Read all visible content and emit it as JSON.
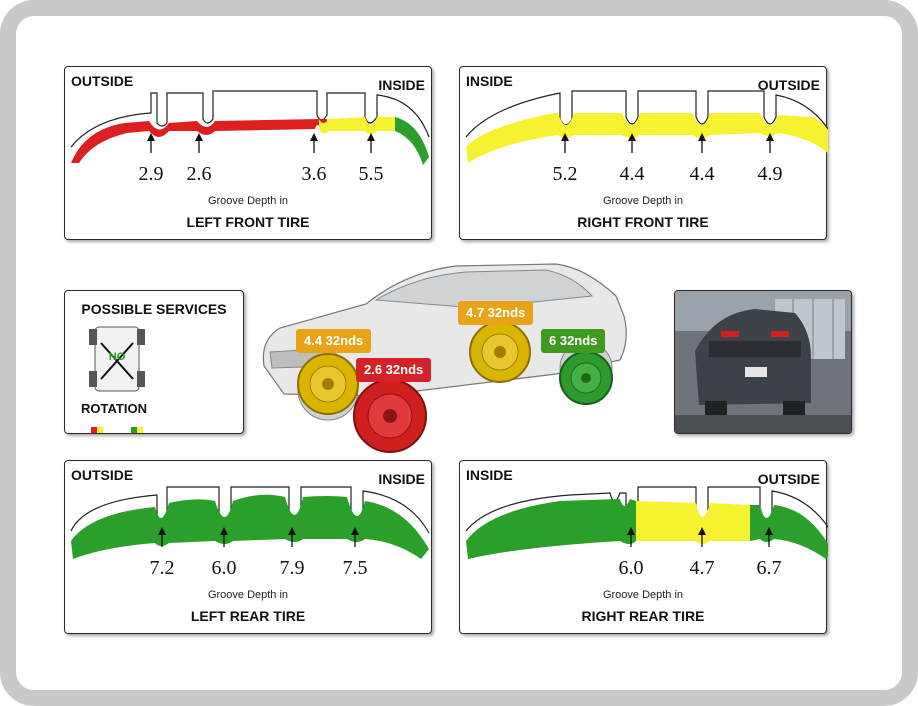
{
  "colors": {
    "red": "#dd1f1f",
    "yellow": "#f6f230",
    "green": "#2aa02a",
    "orange": "#e8a317",
    "badge_red": "#d4222a",
    "badge_green": "#3f9a22"
  },
  "tires": {
    "left_front": {
      "title": "LEFT FRONT TIRE",
      "left_label": "OUTSIDE",
      "right_label": "INSIDE",
      "groove_caption": "Groove Depth in",
      "depths": [
        "2.9",
        "2.6",
        "3.6",
        "5.5"
      ]
    },
    "right_front": {
      "title": "RIGHT FRONT TIRE",
      "left_label": "INSIDE",
      "right_label": "OUTSIDE",
      "groove_caption": "Groove Depth in",
      "depths": [
        "5.2",
        "4.4",
        "4.4",
        "4.9"
      ]
    },
    "left_rear": {
      "title": "LEFT REAR TIRE",
      "left_label": "OUTSIDE",
      "right_label": "INSIDE",
      "groove_caption": "Groove Depth in",
      "depths": [
        "7.2",
        "6.0",
        "7.9",
        "7.5"
      ]
    },
    "right_rear": {
      "title": "RIGHT REAR TIRE",
      "left_label": "INSIDE",
      "right_label": "OUTSIDE",
      "groove_caption": "Groove Depth in",
      "depths": [
        "6.0",
        "4.7",
        "6.7"
      ]
    }
  },
  "services": {
    "title": "POSSIBLE SERVICES",
    "no_label": "NO",
    "rotation_label": "ROTATION"
  },
  "car_badges": {
    "left_front": "4.4 32nds",
    "left_rear": "2.6 32nds",
    "right_front": "4.7 32nds",
    "right_rear": "6 32nds"
  }
}
